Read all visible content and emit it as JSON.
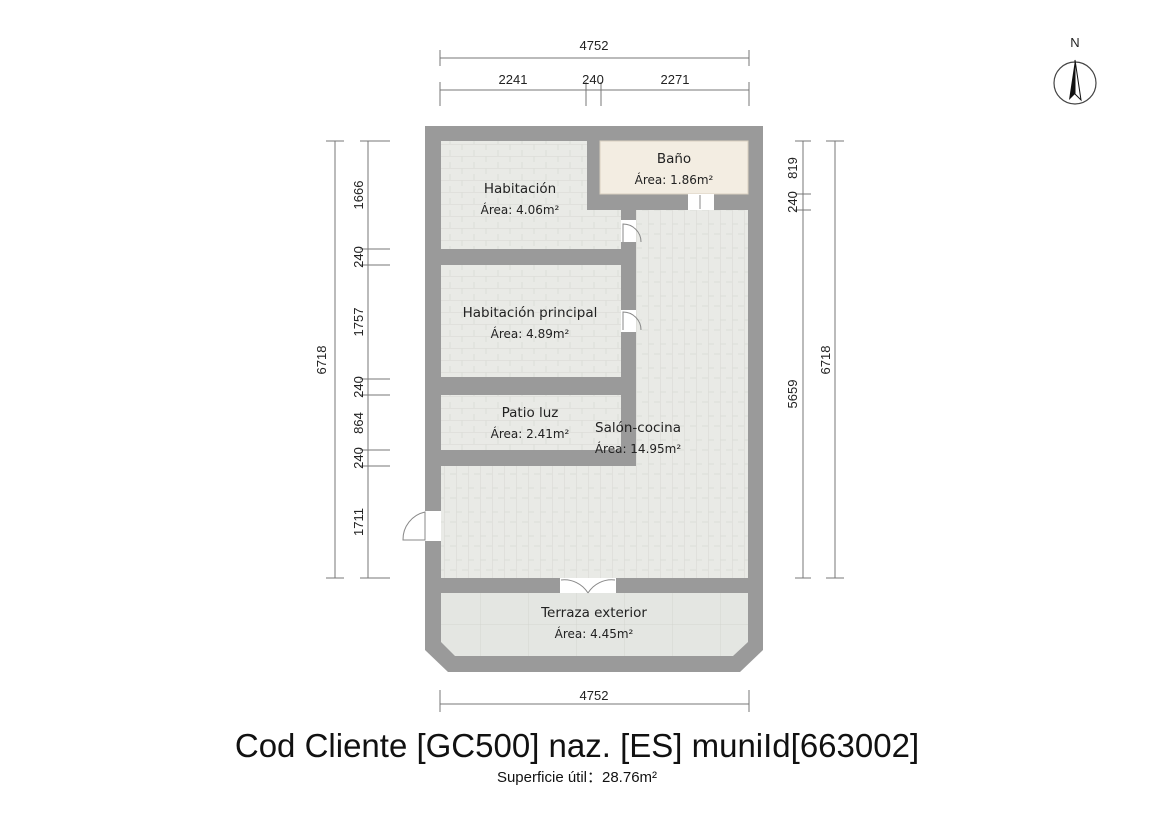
{
  "compass": {
    "label": "N",
    "icon": "north-arrow-icon"
  },
  "dimensions": {
    "top_total": "4752",
    "top_left": "2241",
    "top_middle": "240",
    "top_right": "2271",
    "bottom_total": "4752",
    "left_total": "6718",
    "left_segments": [
      "1666",
      "240",
      "1757",
      "240",
      "864",
      "240",
      "1711"
    ],
    "right_inner_top": "819",
    "right_inner_wall": "240",
    "right_inner_bottom": "5659",
    "right_total": "6718"
  },
  "rooms": [
    {
      "name": "Habitación",
      "area": "Área: 4.06m²"
    },
    {
      "name": "Baño",
      "area": "Área: 1.86m²"
    },
    {
      "name": "Habitación principal",
      "area": "Área: 4.89m²"
    },
    {
      "name": "Patio luz",
      "area": "Área: 2.41m²"
    },
    {
      "name": "Salón-cocina",
      "area": "Área: 14.95m²"
    },
    {
      "name": "Terraza exterior",
      "area": "Área: 4.45m²"
    }
  ],
  "footer": {
    "title": "Cod Cliente [GC500] naz. [ES] muniId[663002]",
    "subtitle": "Superficie útil：28.76m²"
  },
  "colors": {
    "wall": "#9a9a9a",
    "floor": "#e9eae6",
    "bath": "#f3ede2",
    "terrace": "#e4e6e2"
  }
}
